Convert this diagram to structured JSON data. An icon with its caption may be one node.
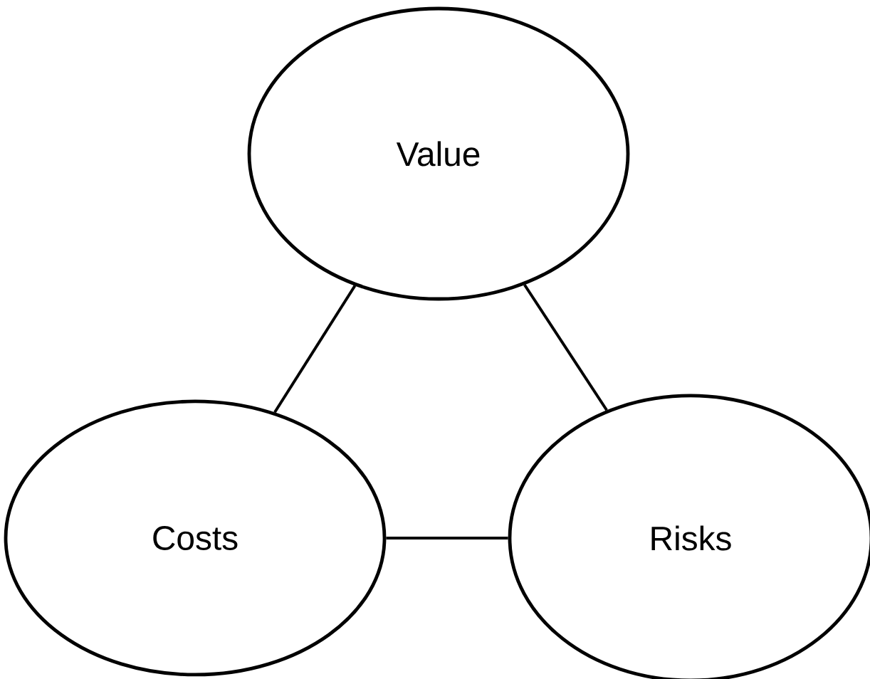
{
  "diagram": {
    "nodes": [
      {
        "text": [
          "Value"
        ]
      },
      {
        "text": [
          "Costs"
        ]
      },
      {
        "text": [
          "Risks"
        ]
      }
    ],
    "edges": [
      {
        "from": 0,
        "to": 1,
        "arrow": "none"
      },
      {
        "from": 0,
        "to": 2,
        "arrow": "none"
      },
      {
        "from": 1,
        "to": 2,
        "arrow": "none"
      }
    ]
  }
}
